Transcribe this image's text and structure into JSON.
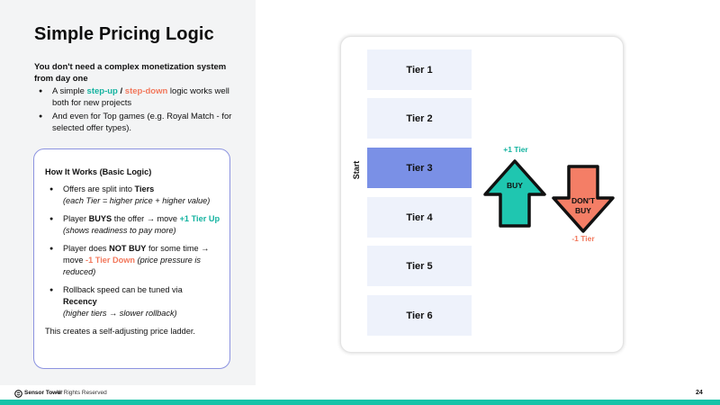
{
  "title": "Simple Pricing Logic",
  "intro": {
    "heading": "You don't need a complex monetization system from day one",
    "b1_pre": "A simple ",
    "b1_up": "step-up",
    "b1_sep": " / ",
    "b1_down": "step-down",
    "b1_post": " logic works well both for new projects",
    "b2": "And even for Top games (e.g. Royal Match - for selected offer types)."
  },
  "how": {
    "title": "How It Works (Basic Logic)",
    "i1_pre": "Offers are split into ",
    "i1_bold": "Tiers",
    "i1_italic": "(each Tier = higher price + higher value)",
    "i2_pre": "Player ",
    "i2_bold": "BUYS",
    "i2_mid": " the offer → move ",
    "i2_accent": "+1 Tier Up",
    "i2_italic": "(shows readiness to pay more)",
    "i3_pre": "Player does ",
    "i3_bold": "NOT BUY",
    "i3_mid": " for some time → move ",
    "i3_accent": "-1 Tier Down",
    "i3_italic": " (price pressure is reduced)",
    "i4_pre": "Rollback speed can be tuned via ",
    "i4_bold": "Recency",
    "i4_italic": "(higher tiers → slower rollback)",
    "footer": "This creates a self-adjusting price ladder."
  },
  "diagram": {
    "tiers": [
      "Tier 1",
      "Tier 2",
      "Tier 3",
      "Tier 4",
      "Tier 5",
      "Tier 6"
    ],
    "active_tier": "Tier 3",
    "start_label": "Start",
    "up_arrow_label": "BUY",
    "up_arrow_caption": "+1 Tier",
    "down_arrow_label_1": "DON'T",
    "down_arrow_label_2": "BUY",
    "down_arrow_caption": "-1 Tier"
  },
  "colors": {
    "teal": "#14b3a0",
    "salmon": "#f2785c",
    "active_tier": "#7a90e6",
    "tier_bg": "#eef2fb",
    "card_border": "#8c93e0",
    "footer_bar": "#16c3a8"
  },
  "footer": {
    "brand": "Sensor Tower",
    "copyright": " - All Rights Reserved",
    "page_number": "24"
  }
}
